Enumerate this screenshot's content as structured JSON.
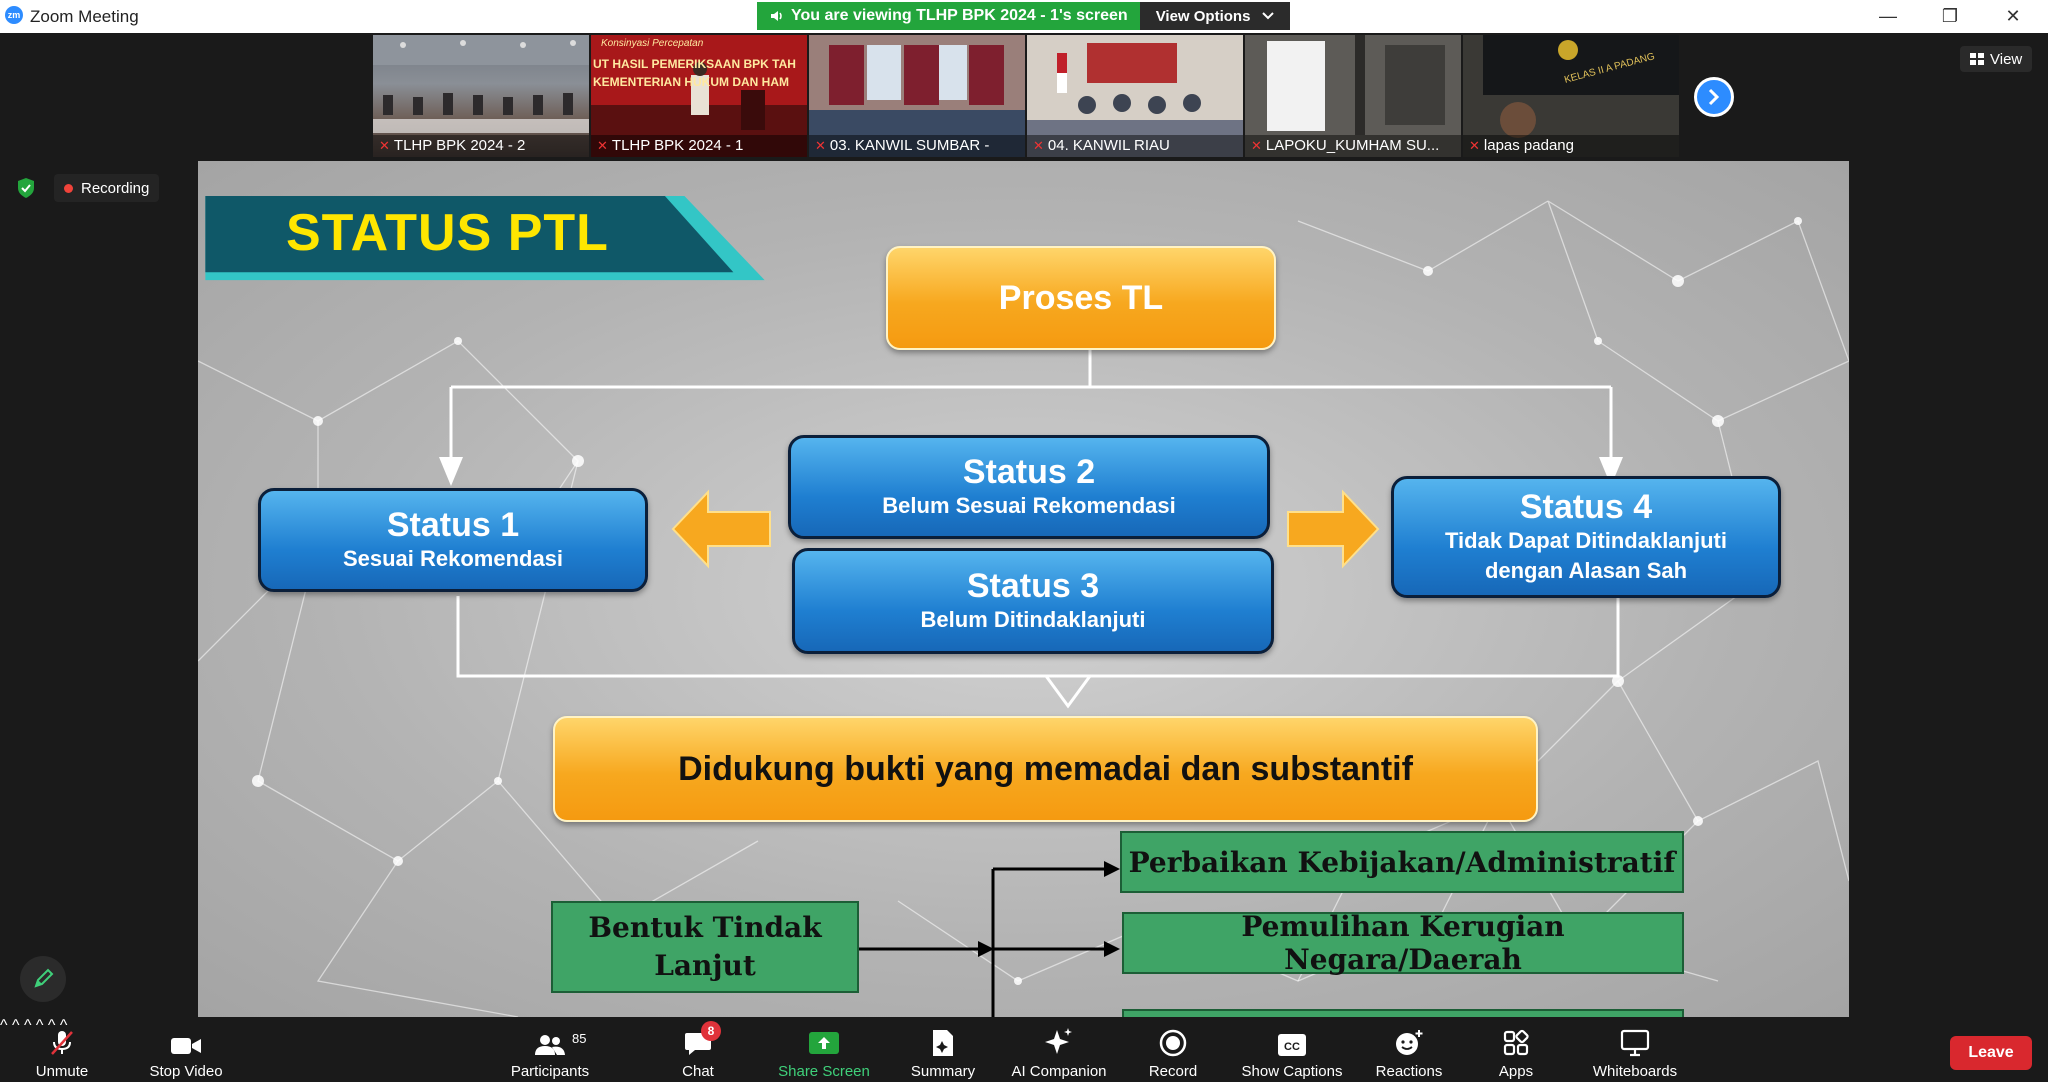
{
  "window": {
    "title": "Zoom Meeting",
    "logo": "zm",
    "minimize": "—",
    "restore": "❐",
    "close": "✕"
  },
  "banner": {
    "viewing": "You are viewing TLHP BPK 2024 - 1's screen",
    "options": "View Options"
  },
  "thumbnails": [
    {
      "label": "TLHP BPK 2024 - 2",
      "active": false
    },
    {
      "label": "TLHP BPK 2024 - 1",
      "active": true,
      "banner_line1": "Konsinyasi Percepatan",
      "banner_line2": "UT HASIL PEMERIKSAAN BPK TAH",
      "banner_line3": "KEMENTERIAN HUKUM DAN HAM"
    },
    {
      "label": "03. KANWIL SUMBAR -",
      "active": false
    },
    {
      "label": "04. KANWIL RIAU",
      "active": false
    },
    {
      "label": "LAPOKU_KUMHAM SU...",
      "active": false
    },
    {
      "label": "lapas padang",
      "active": false,
      "sign_text": "KELAS II A PADANG"
    }
  ],
  "view_button": "View",
  "recording": "Recording",
  "slide": {
    "title": "STATUS PTL",
    "proses": "Proses TL",
    "status1": {
      "title": "Status 1",
      "sub": "Sesuai Rekomendasi"
    },
    "status2": {
      "title": "Status 2",
      "sub": "Belum Sesuai Rekomendasi"
    },
    "status3": {
      "title": "Status 3",
      "sub": "Belum Ditindaklanjuti"
    },
    "status4": {
      "title": "Status 4",
      "sub1": "Tidak Dapat Ditindaklanjuti",
      "sub2": "dengan Alasan Sah"
    },
    "support": "Didukung bukti yang memadai dan substantif",
    "bentuk_line1": "Bentuk Tindak",
    "bentuk_line2": "Lanjut",
    "forms": [
      "Perbaikan Kebijakan/Administratif",
      "Pemulihan Kerugian Negara/Daerah"
    ]
  },
  "toolbar": {
    "unmute": "Unmute",
    "stop_video": "Stop Video",
    "participants": "Participants",
    "participants_count": "85",
    "chat": "Chat",
    "chat_badge": "8",
    "share": "Share Screen",
    "summary": "Summary",
    "ai": "AI Companion",
    "record": "Record",
    "captions": "Show Captions",
    "reactions": "Reactions",
    "apps": "Apps",
    "whiteboards": "Whiteboards",
    "leave": "Leave",
    "caret": "^"
  },
  "colors": {
    "zoom_blue": "#2d8cff",
    "banner_green": "#23a53c",
    "leave_red": "#d9282e",
    "slide_teal": "#0f5868",
    "title_yellow": "#ffe600"
  }
}
